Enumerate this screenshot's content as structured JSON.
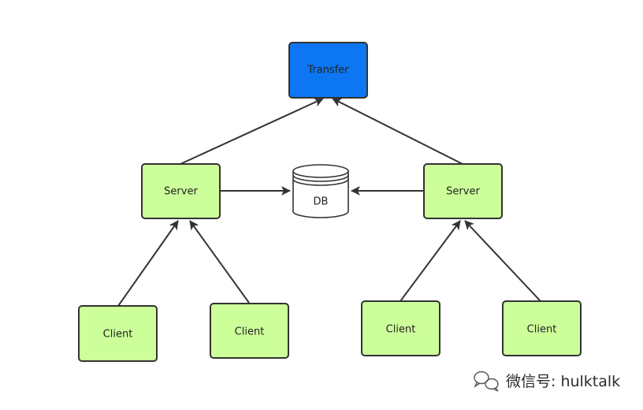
{
  "colors": {
    "transfer_fill": "#0d76f2",
    "server_fill": "#ccff99",
    "client_fill": "#ccff99",
    "db_fill": "#ffffff",
    "stroke": "#333333",
    "edge": "#333333"
  },
  "nodes": {
    "transfer": "Transfer",
    "server_left": "Server",
    "server_right": "Server",
    "db": "DB",
    "client_1": "Client",
    "client_2": "Client",
    "client_3": "Client",
    "client_4": "Client"
  },
  "watermark": {
    "text": "微信号: hulktalk",
    "icon": "wechat-icon"
  }
}
